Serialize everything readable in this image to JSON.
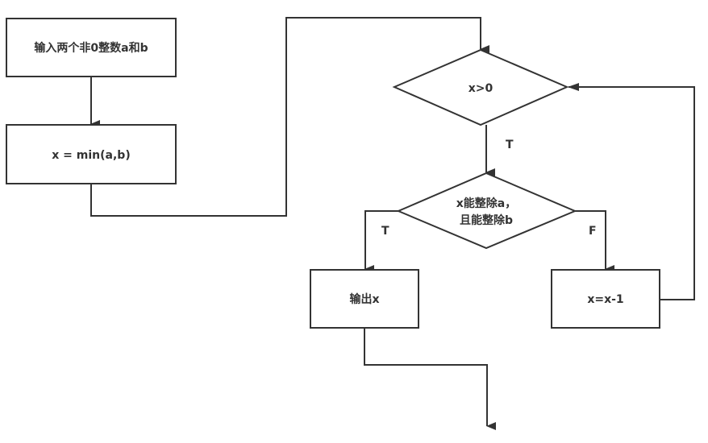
{
  "nodes": {
    "input": {
      "label": "输入两个非0整数a和b"
    },
    "init": {
      "label": "x = min(a,b)"
    },
    "cond1": {
      "label": "x>0"
    },
    "cond2": {
      "line1": "x能整除a，",
      "line2": "且能整除b"
    },
    "output": {
      "label": "输出x"
    },
    "decrement": {
      "label": "x=x-1"
    }
  },
  "edges": {
    "cond1_true": "T",
    "cond2_true": "T",
    "cond2_false": "F"
  },
  "colors": {
    "stroke": "#333333",
    "background": "#ffffff"
  }
}
